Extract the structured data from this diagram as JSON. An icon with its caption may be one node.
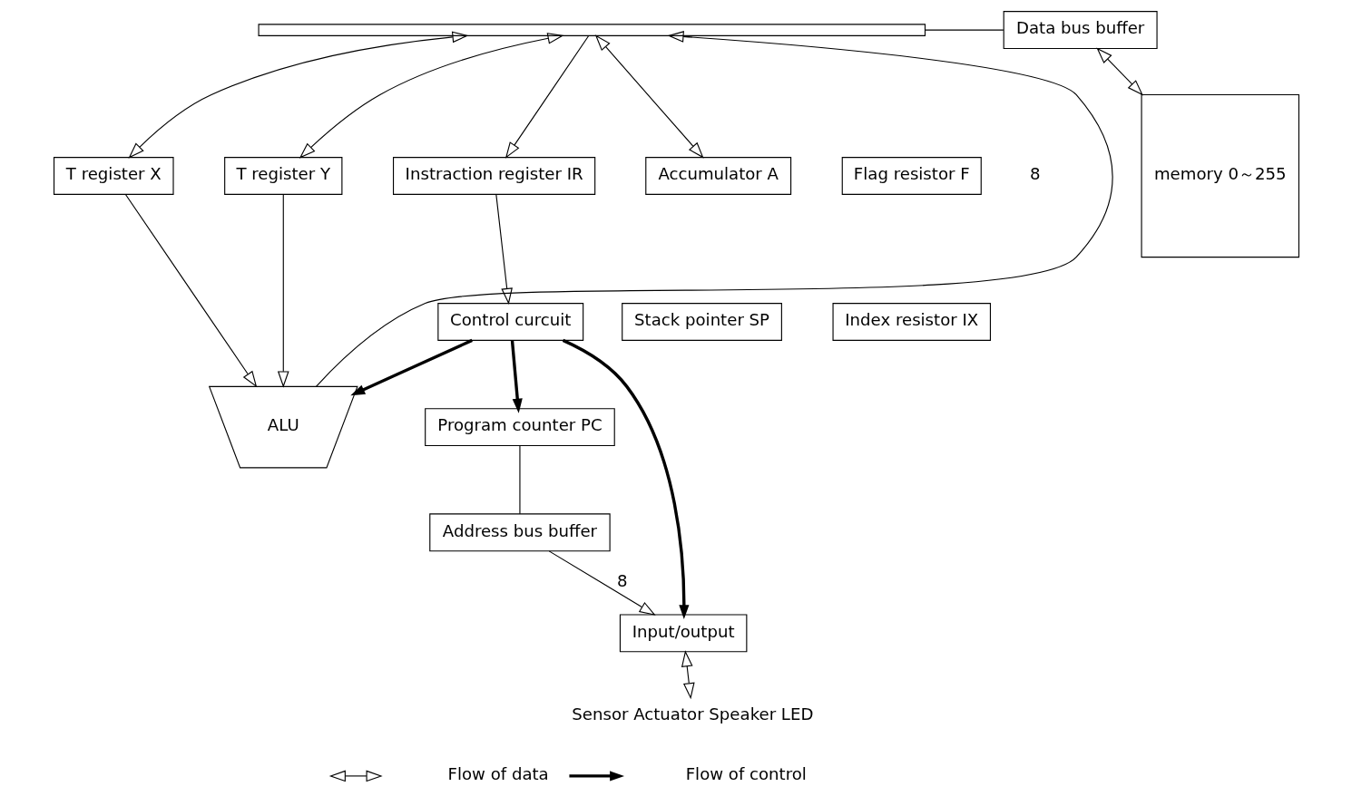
{
  "diagram": {
    "nodes": [
      {
        "text": [],
        "shape": "bar"
      },
      {
        "text": [
          "Data bus buffer"
        ]
      },
      {
        "text": [
          "memory 0～255"
        ]
      },
      {
        "text": [
          "T register X"
        ]
      },
      {
        "text": [
          "T register Y"
        ]
      },
      {
        "text": [
          "Instraction register IR"
        ]
      },
      {
        "text": [
          "Accumulator A"
        ]
      },
      {
        "text": [
          "Flag resistor F"
        ]
      },
      {
        "text": [
          "Stack pointer SP"
        ]
      },
      {
        "text": [
          "Index resistor IX"
        ]
      },
      {
        "text": [
          "ALU"
        ]
      },
      {
        "text": [
          "Program counter PC"
        ]
      },
      {
        "text": [
          "Control curcuit"
        ]
      },
      {
        "text": [
          "Input/output"
        ]
      },
      {
        "text": [
          "Address bus buffer"
        ]
      },
      {
        "text": [
          "Sensor Actuator Speaker LED"
        ]
      }
    ],
    "edges": [
      {
        "from": 0,
        "to": 1,
        "arrow": "none"
      },
      {
        "from": 1,
        "to": 2,
        "arrow": "both"
      },
      {
        "from": 0,
        "to": 3,
        "arrow": "both"
      },
      {
        "from": 0,
        "to": 4,
        "arrow": "both"
      },
      {
        "from": 0,
        "to": 5,
        "arrow": "to"
      },
      {
        "from": 0,
        "to": 6,
        "arrow": "both"
      },
      {
        "from": 3,
        "to": 10,
        "arrow": "to"
      },
      {
        "from": 4,
        "to": 10,
        "arrow": "to"
      },
      {
        "from": 5,
        "to": 12,
        "arrow": "to"
      },
      {
        "from": 10,
        "to": 0,
        "arrow": "to"
      },
      {
        "from": 12,
        "to": 10,
        "arrow": "to",
        "style": "thick"
      },
      {
        "from": 12,
        "to": 11,
        "arrow": "to",
        "style": "thick"
      },
      {
        "from": 12,
        "to": 13,
        "arrow": "to",
        "style": "thick"
      },
      {
        "from": 11,
        "to": 14,
        "arrow": "none"
      },
      {
        "from": 14,
        "to": 13,
        "arrow": "to",
        "label": "8"
      },
      {
        "from": 13,
        "to": 15,
        "arrow": "both"
      }
    ],
    "labels": [
      "8"
    ],
    "legend": [
      {
        "text": "Flow of data"
      },
      {
        "text": "Flow of control"
      }
    ]
  }
}
